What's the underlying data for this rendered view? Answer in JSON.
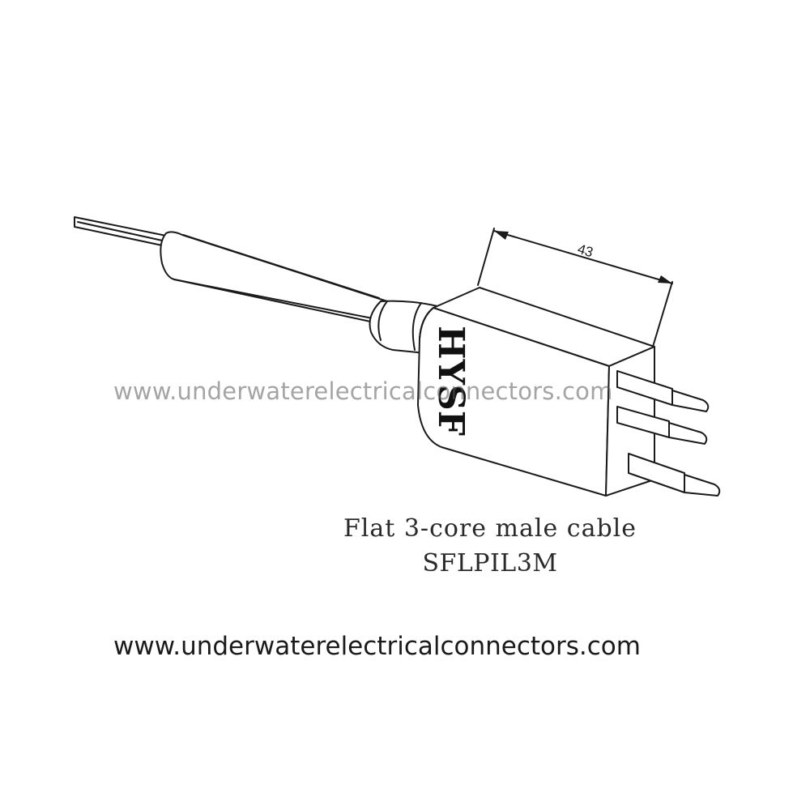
{
  "dimension": {
    "label": "43"
  },
  "brand_mark": {
    "text": "HYSF"
  },
  "caption": {
    "line1": "Flat 3-core male cable",
    "line2": "SFLPIL3M"
  },
  "watermark": {
    "overlay": "www.underwaterelectricalconnectors.com",
    "bottom": "www.underwaterelectricalconnectors.com"
  }
}
